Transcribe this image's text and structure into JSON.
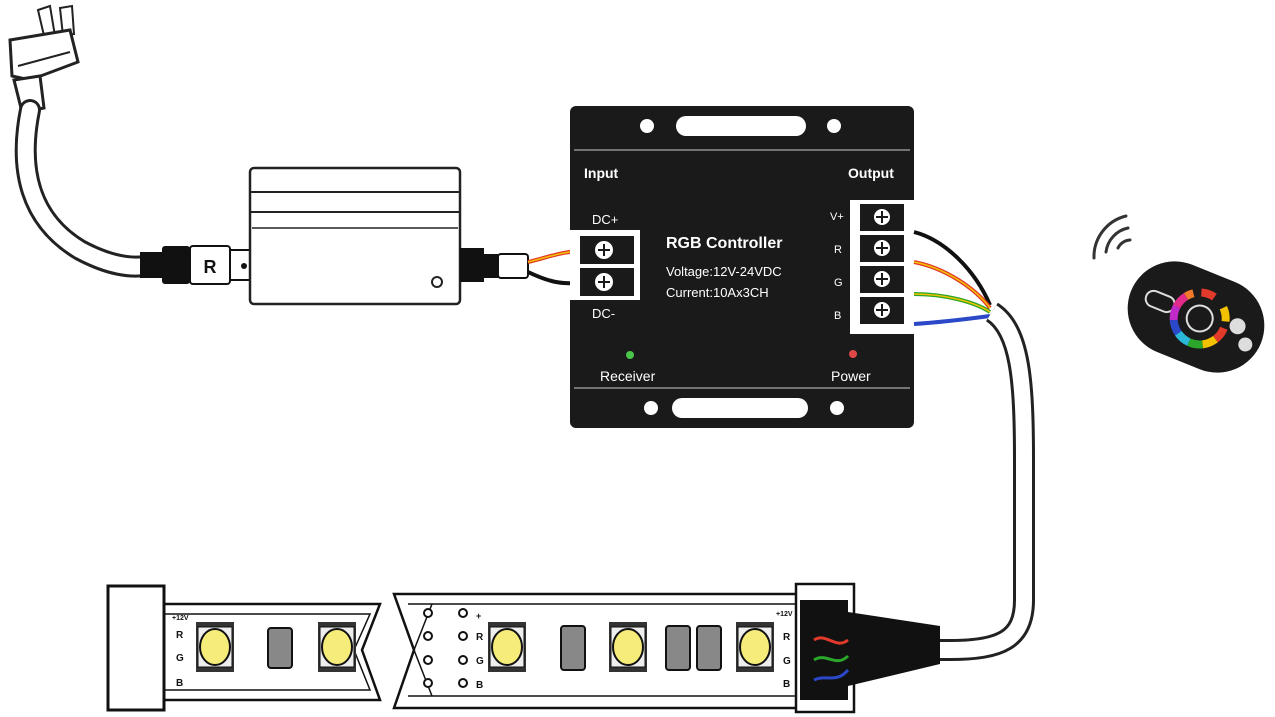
{
  "controller": {
    "title": "RGB Controller",
    "voltage": "Voltage:12V-24VDC",
    "current": "Current:10Ax3CH",
    "input_label": "Input",
    "output_label": "Output",
    "dc_plus": "DC+",
    "dc_minus": "DC-",
    "receiver": "Receiver",
    "power": "Power",
    "output_pins": [
      "V+",
      "R",
      "G",
      "B"
    ]
  },
  "adapter": {
    "brand_mark": "R"
  },
  "strip": {
    "left_end_labels": [
      "+12V",
      "R",
      "G",
      "B"
    ],
    "mid_labels": [
      "+",
      "R",
      "G",
      "B"
    ],
    "right_end_labels": [
      "+12V",
      "R",
      "G",
      "B"
    ]
  },
  "colors": {
    "controller_body": "#1a1a1a",
    "wire_red": "#e23a2a",
    "wire_yellow": "#f2c200",
    "wire_green": "#2aa62a",
    "wire_blue": "#2a48c8",
    "led_yellow": "#f6ec7a",
    "receiver_led": "#49c749",
    "power_led": "#e04848"
  }
}
